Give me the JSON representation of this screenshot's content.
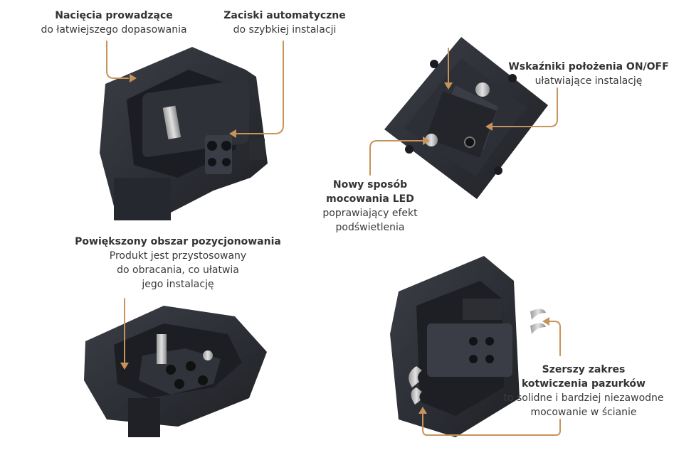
{
  "accent_color": "#c8935a",
  "product_color": "#2b2d33",
  "callouts": {
    "guide_notches": {
      "title": "Nacięcia prowadzące",
      "text": "do łatwiejszego dopasowania"
    },
    "auto_clamps": {
      "title": "Zaciski automatyczne",
      "text": "do szybkiej instalacji"
    },
    "on_off": {
      "title": "Wskaźniki położenia ON/OFF",
      "text": "ułatwiające instalację"
    },
    "led": {
      "title_line1": "Nowy sposób",
      "title_line2": "mocowania LED",
      "text_line1": "poprawiający efekt",
      "text_line2": "podświetlenia"
    },
    "positioning": {
      "title": "Powiększony obszar pozycjonowania",
      "text_line1": "Produkt jest przystosowany",
      "text_line2": "do obracania, co ułatwia",
      "text_line3": "jego instalację"
    },
    "claws": {
      "title_line1": "Szerszy zakres",
      "title_line2": "kotwiczenia pazurków",
      "text_line1": "to solidne i bardziej niezawodne",
      "text_line2": "mocowanie w ścianie"
    }
  },
  "photos": {
    "top_left": "socket-mechanism-perspective",
    "top_right": "socket-mechanism-top-view",
    "bottom_left": "socket-mechanism-low-view",
    "bottom_right": "socket-mechanism-side-view"
  }
}
